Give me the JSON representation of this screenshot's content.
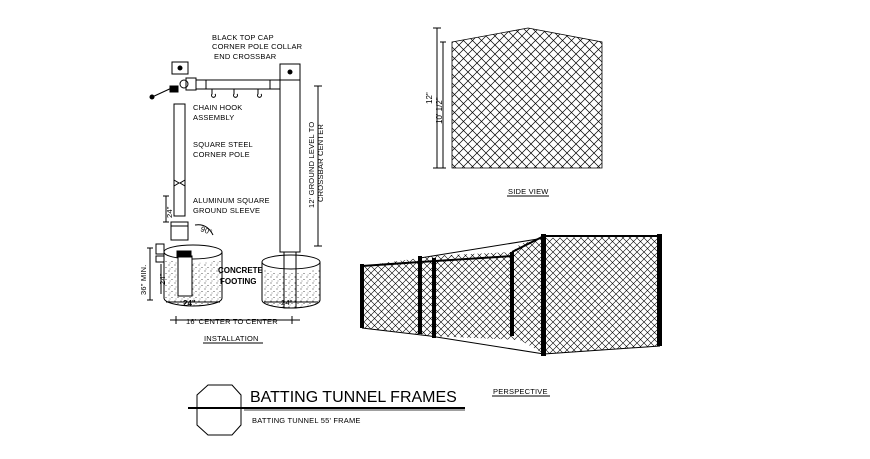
{
  "installation": {
    "labels": {
      "top_cap": "BLACK TOP CAP",
      "corner_collar": "CORNER POLE COLLAR",
      "end_crossbar": "END CROSSBAR",
      "chain_hook_1": "CHAIN HOOK",
      "chain_hook_2": "ASSEMBLY",
      "square_steel_1": "SQUARE STEEL",
      "square_steel_2": "CORNER POLE",
      "sleeve_1": "ALUMINUM SQUARE",
      "sleeve_2": "GROUND SLEEVE",
      "concrete_1": "CONCRETE",
      "concrete_2": "FOOTING",
      "dim_24_vertical": "24\"",
      "dim_24_lower": "24\"",
      "dim_24_base_left": "24\"",
      "dim_24_base_right": "24\"",
      "dim_36_min": "36\" MIN.",
      "dim_90": "90°",
      "ground_level_1": "12' GROUND LEVEL TO",
      "ground_level_2": "CROSSBAR CENTER",
      "center_to_center": "16' CENTER TO CENTER",
      "caption": "INSTALLATION"
    }
  },
  "side_view": {
    "dim_12": "12\"",
    "dim_10_5": "10' 1/2\"",
    "caption": "SIDE VIEW"
  },
  "perspective": {
    "caption": "PERSPECTIVE"
  },
  "title_block": {
    "title": "BATTING TUNNEL FRAMES",
    "subtitle": "BATTING TUNNEL 55' FRAME"
  }
}
